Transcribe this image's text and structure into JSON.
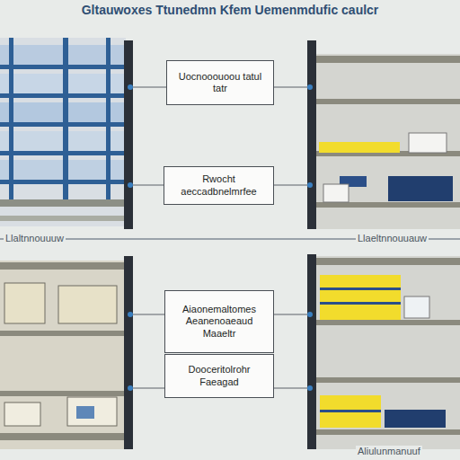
{
  "diagram": {
    "title": "Gltauwoxes Ttunedmn Kfem Uemenmdufic caulcr",
    "nodes": [
      {
        "text": [
          "Uocnooouoou tatul tatr"
        ]
      },
      {
        "text": [
          "Rwocht aeccadbnelmrfee"
        ]
      },
      {
        "text": [
          "Aiaonemaltomes Aeanenoaeaud Maaeltr"
        ]
      },
      {
        "text": [
          "Dooceritolrohr Faeagad"
        ]
      }
    ],
    "labels": [
      "Llaltnnouuuw",
      "Llaeltnnouuauw",
      "Aliulunmanuuf"
    ]
  }
}
